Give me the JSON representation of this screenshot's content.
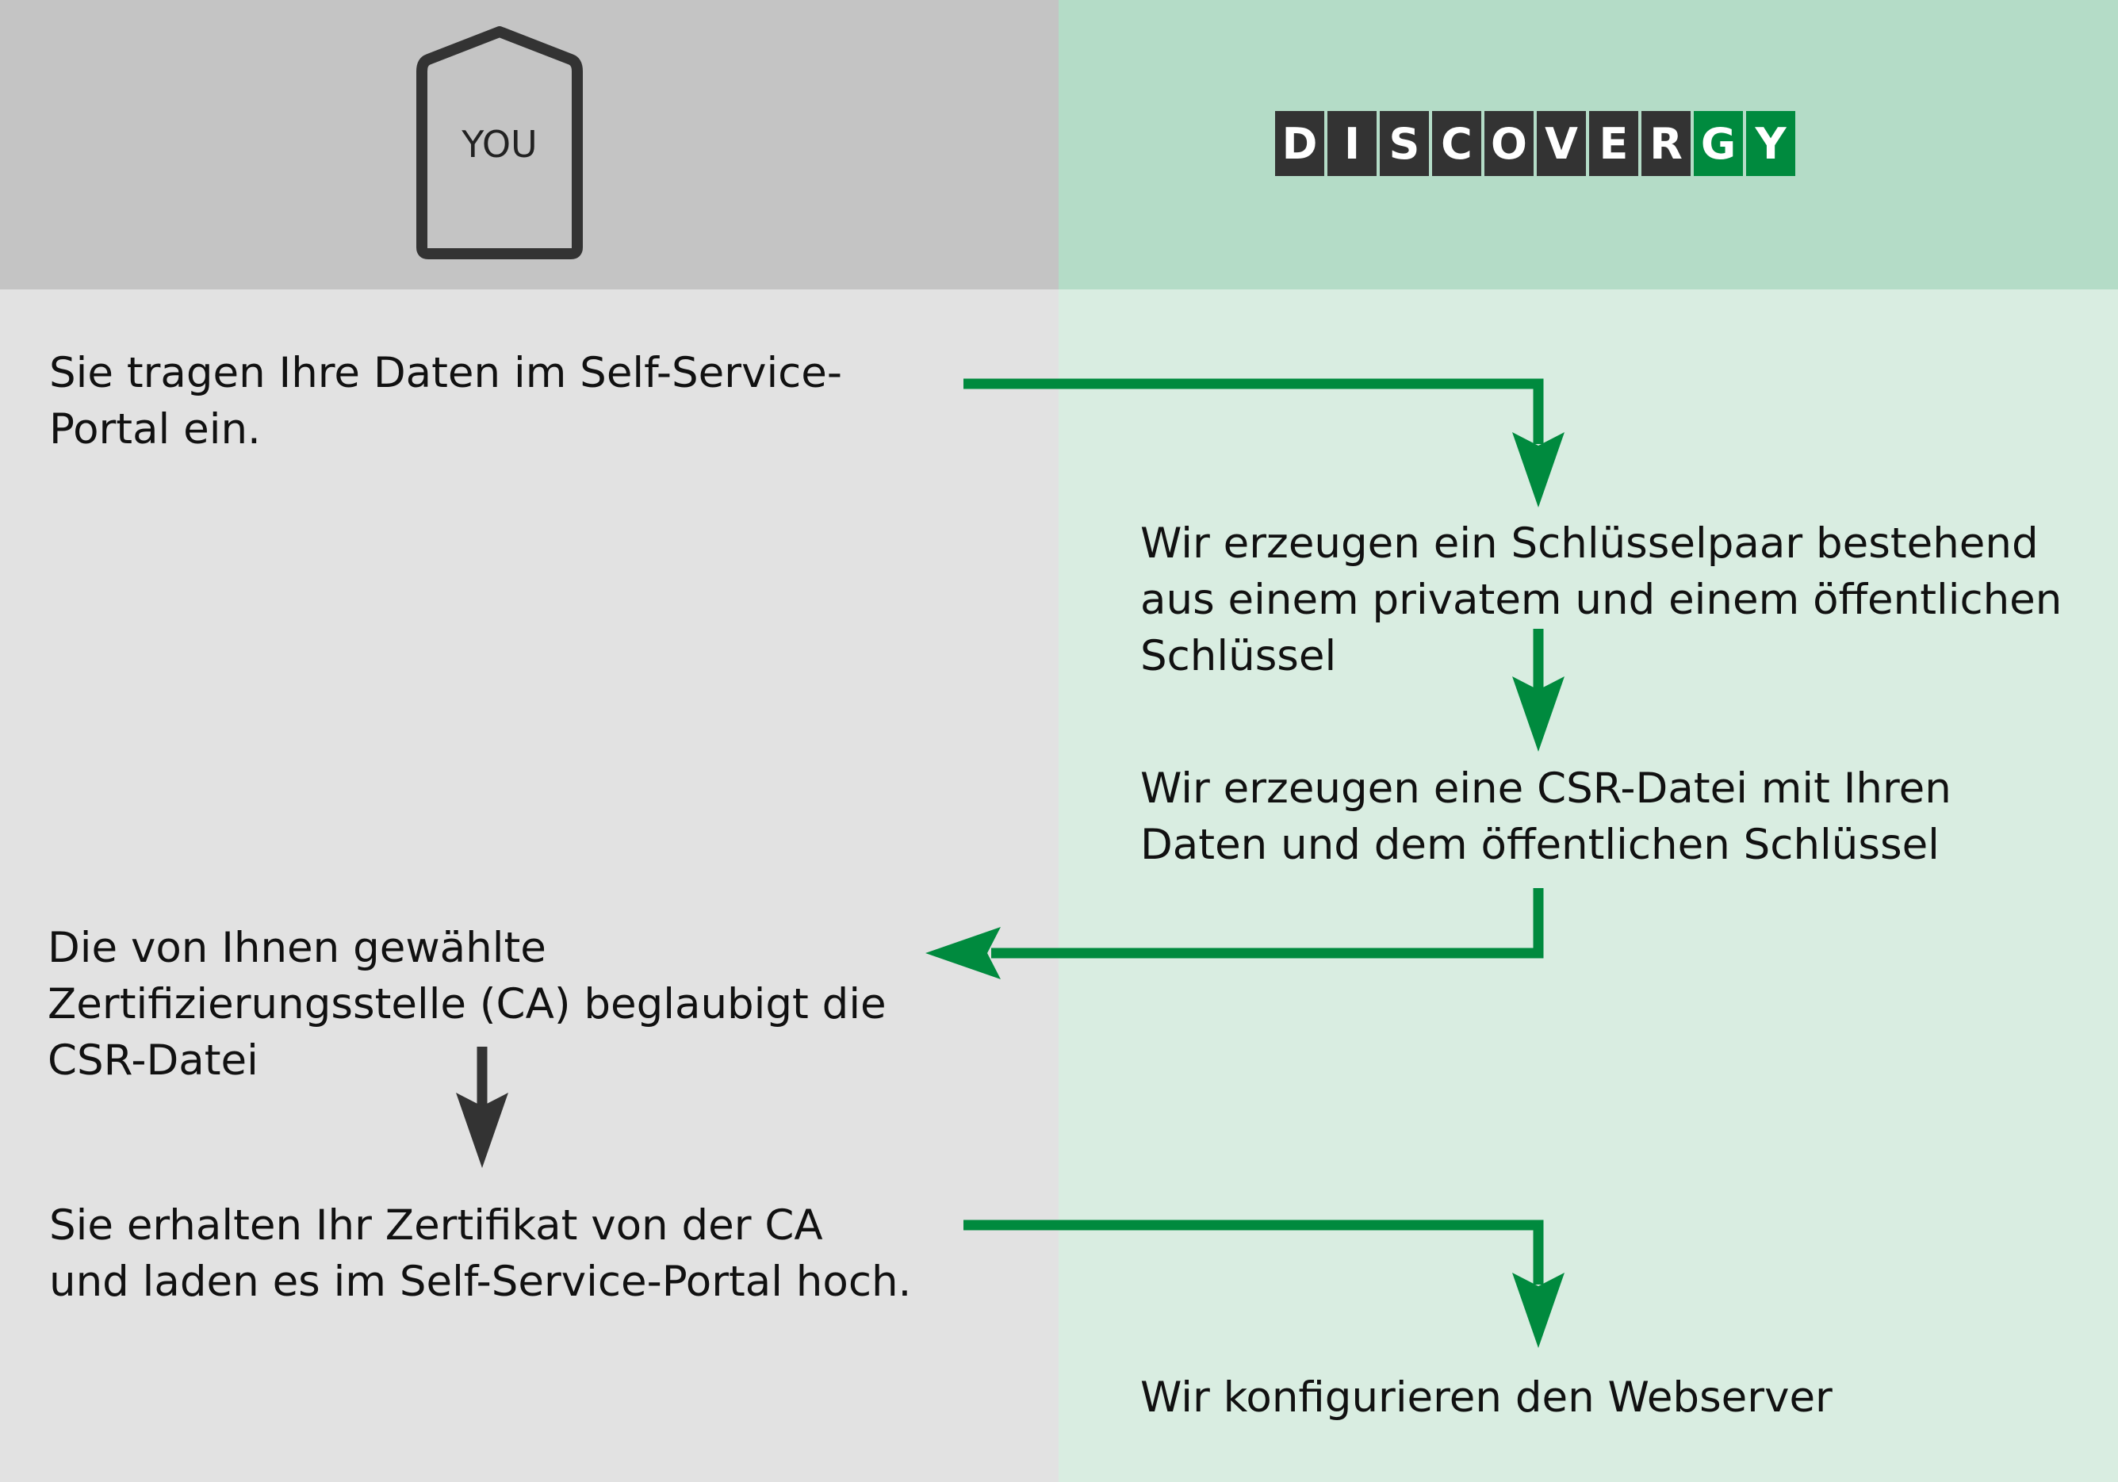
{
  "colors": {
    "you_header_bg": "#c4c4c4",
    "you_body_bg": "#e2e2e2",
    "provider_header_bg": "#b4dcc7",
    "provider_body_bg": "#d9ede1",
    "accent_green": "#008a3e",
    "dark": "#333333"
  },
  "you_lane": {
    "badge_label": "YOU",
    "badge_icon": "house-outline-icon"
  },
  "provider_lane": {
    "brand_letters": [
      "D",
      "I",
      "S",
      "C",
      "O",
      "V",
      "E",
      "R",
      "G",
      "Y"
    ],
    "brand_highlight_letters": [
      "G",
      "Y"
    ],
    "brand_tile_color": "#333333",
    "brand_highlight_color": "#008a3e"
  },
  "steps": [
    {
      "id": "step-1",
      "lane": "you",
      "text": "Sie tragen Ihre Daten im Self-Service-\nPortal ein."
    },
    {
      "id": "step-2",
      "lane": "provider",
      "text": "Wir erzeugen ein Schlüsselpaar bestehend\naus einem privatem und einem öffentlichen\nSchlüssel"
    },
    {
      "id": "step-3",
      "lane": "provider",
      "text": "Wir erzeugen eine CSR-Datei mit Ihren\nDaten und dem öffentlichen Schlüssel"
    },
    {
      "id": "step-4",
      "lane": "you",
      "text": "Die von Ihnen gewählte\nZertifizierungsstelle (CA) beglaubigt die\nCSR-Datei"
    },
    {
      "id": "step-5",
      "lane": "you",
      "text": "Sie erhalten Ihr Zertifikat von der CA\nund laden es im Self-Service-Portal hoch."
    },
    {
      "id": "step-6",
      "lane": "provider",
      "text": "Wir konfigurieren den Webserver"
    }
  ],
  "arrows": [
    {
      "name": "arrow-step1-to-step2",
      "from": "step-1",
      "to": "step-2",
      "color": "#008a3e"
    },
    {
      "name": "arrow-step2-to-step3",
      "from": "step-2",
      "to": "step-3",
      "color": "#008a3e"
    },
    {
      "name": "arrow-step3-to-step4",
      "from": "step-3",
      "to": "step-4",
      "color": "#008a3e"
    },
    {
      "name": "arrow-step4-to-step5",
      "from": "step-4",
      "to": "step-5",
      "color": "#333333"
    },
    {
      "name": "arrow-step5-to-step6",
      "from": "step-5",
      "to": "step-6",
      "color": "#008a3e"
    }
  ]
}
